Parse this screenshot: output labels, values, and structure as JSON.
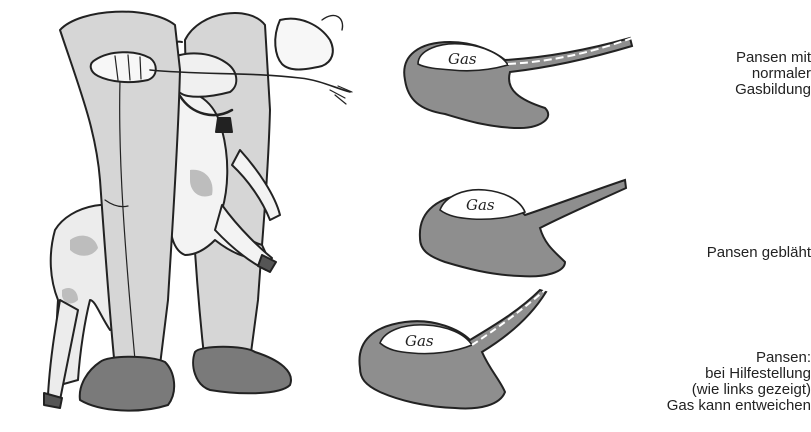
{
  "gas_label_1": "Gas",
  "gas_label_2": "Gas",
  "gas_label_3": "Gas",
  "captions": {
    "normal": [
      "Pansen mit",
      "normaler",
      "Gasbildung"
    ],
    "bloated": [
      "Pansen gebläht"
    ],
    "assisted": [
      "Pansen:",
      "bei Hilfestellung",
      "(wie links gezeigt)",
      "Gas kann entweichen"
    ]
  },
  "colors": {
    "rumen_fill": "#8e8e8e",
    "ink": "#222222",
    "trousers": "#d6d6d6",
    "shoe": "#7a7a7a",
    "animal": "#e9e9e9"
  }
}
